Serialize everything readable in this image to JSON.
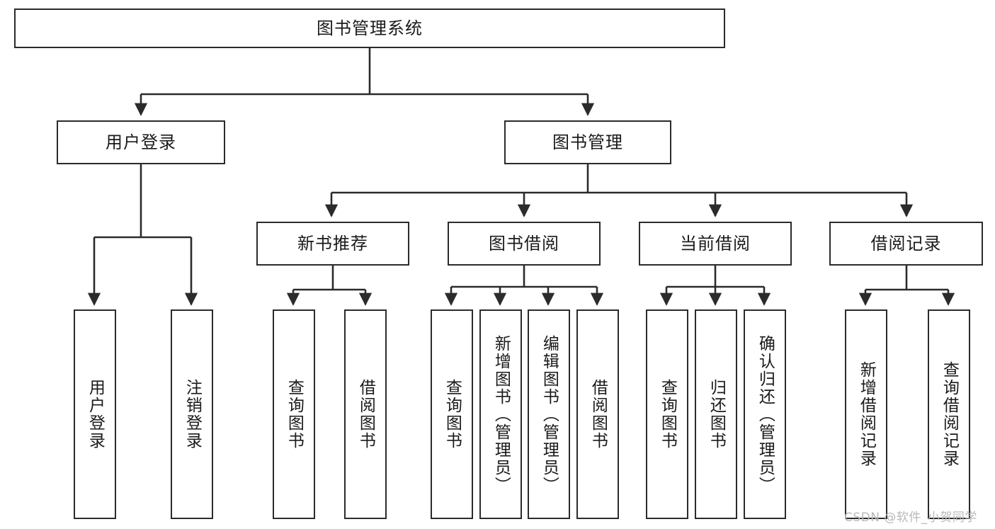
{
  "diagram": {
    "title": "图书管理系统",
    "type": "tree",
    "root": {
      "label": "图书管理系统"
    },
    "level2": [
      {
        "label": "用户登录"
      },
      {
        "label": "图书管理"
      }
    ],
    "level3": [
      {
        "label": "新书推荐",
        "parent": "图书管理"
      },
      {
        "label": "图书借阅",
        "parent": "图书管理"
      },
      {
        "label": "当前借阅",
        "parent": "图书管理"
      },
      {
        "label": "借阅记录",
        "parent": "图书管理"
      }
    ],
    "leaves": {
      "user_login": [
        {
          "label": "用户登录"
        },
        {
          "label": "注销登录"
        }
      ],
      "new_book_recommend": [
        {
          "label": "查询图书"
        },
        {
          "label": "借阅图书"
        }
      ],
      "book_borrow": [
        {
          "label": "查询图书"
        },
        {
          "label": "新增图书（管理员）"
        },
        {
          "label": "编辑图书（管理员）"
        },
        {
          "label": "借阅图书"
        }
      ],
      "current_borrow": [
        {
          "label": "查询图书"
        },
        {
          "label": "归还图书"
        },
        {
          "label": "确认归还（管理员）"
        }
      ],
      "borrow_record": [
        {
          "label": "新增借阅记录"
        },
        {
          "label": "查询借阅记录"
        }
      ]
    }
  },
  "watermark": {
    "text": "CSDN @软件_小贺同学"
  },
  "colors": {
    "stroke": "#2b2b2b",
    "background": "#ffffff",
    "text": "#1a1a1a",
    "watermark": "#b9b9b9"
  }
}
